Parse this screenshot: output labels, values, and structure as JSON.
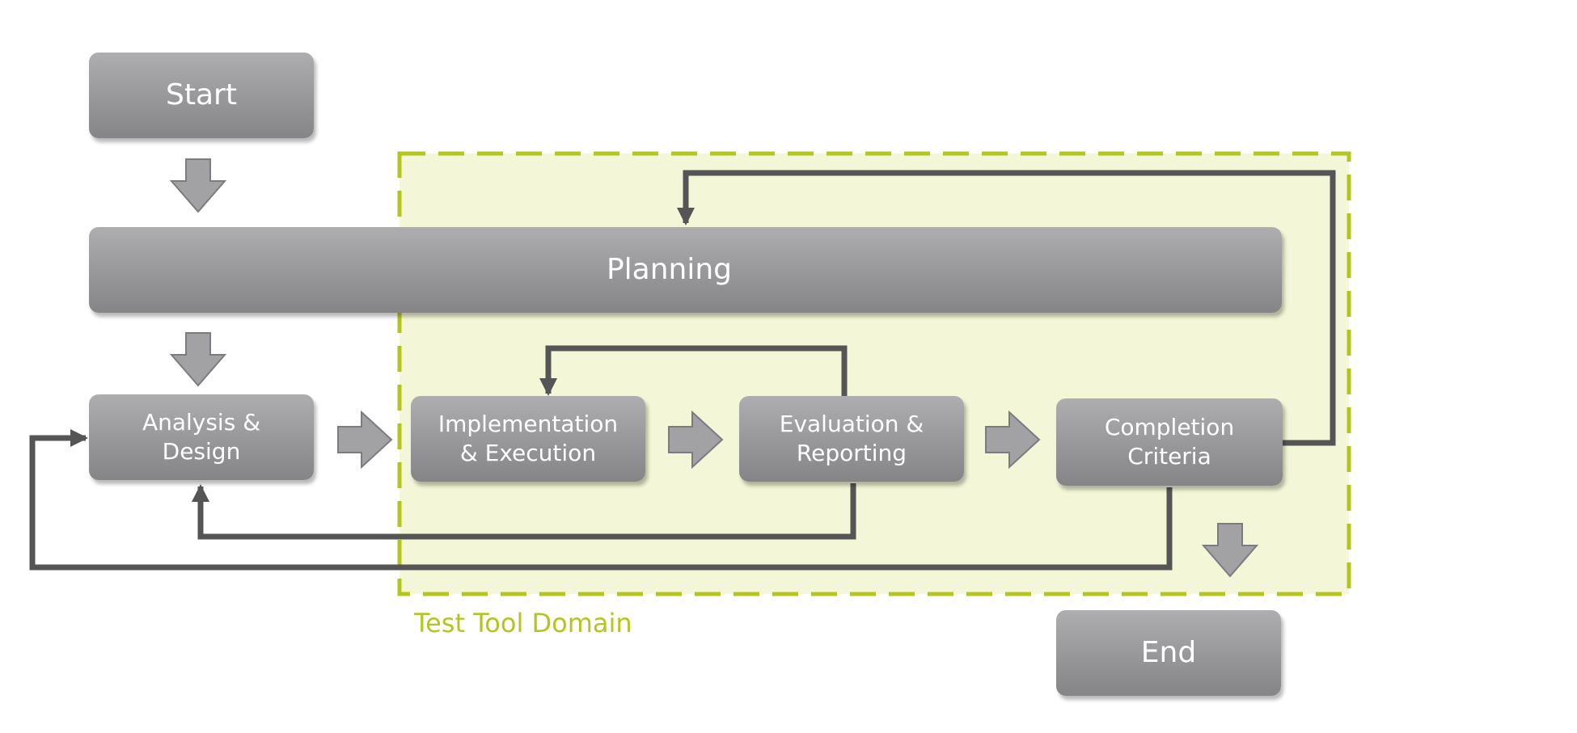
{
  "nodes": {
    "start": "Start",
    "planning": "Planning",
    "analysis_design": "Analysis &\nDesign",
    "implementation_execution": "Implementation\n& Execution",
    "evaluation_reporting": "Evaluation &\nReporting",
    "completion_criteria": "Completion\nCriteria",
    "end": "End"
  },
  "domain": {
    "label": "Test Tool Domain"
  },
  "colors": {
    "domain_border": "#b4c61e",
    "domain_fill": "#f3f6d7",
    "box_fill": "#9a9a9d",
    "arrow": "#555555",
    "block_arrow": "#a2a2a5"
  }
}
